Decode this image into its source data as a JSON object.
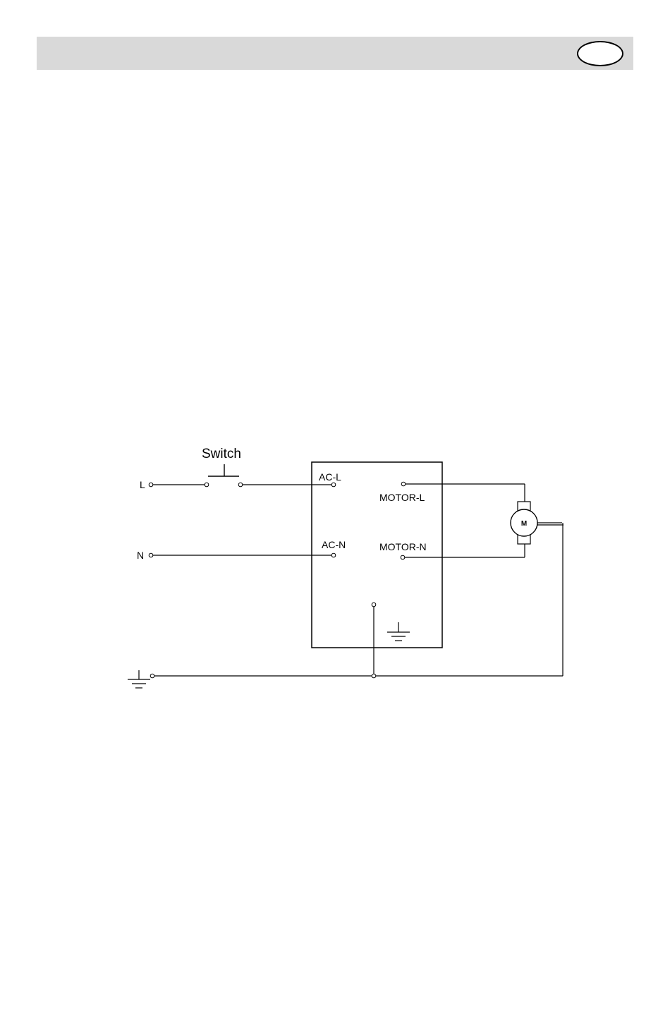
{
  "header": {
    "badge_text": ""
  },
  "diagram": {
    "switch_label": "Switch",
    "terminal_l": "L",
    "terminal_n": "N",
    "ac_l": "AC-L",
    "ac_n": "AC-N",
    "motor_l": "MOTOR-L",
    "motor_n": "MOTOR-N",
    "motor_symbol": "M"
  }
}
